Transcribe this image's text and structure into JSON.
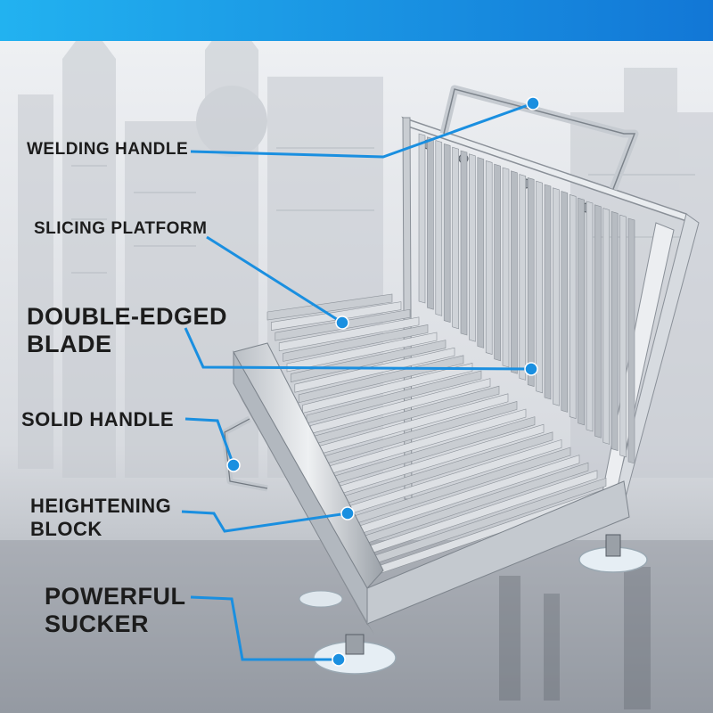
{
  "colors": {
    "accent_blue": "#1a8fe0",
    "top_bar_from": "#22b2f0",
    "top_bar_to": "#1277d6",
    "steel_light": "#d7dbe0",
    "steel_mid": "#a9afb6",
    "steel_dark": "#6f767e",
    "sucker": "#e6eef4"
  },
  "callouts": {
    "welding_handle": "WELDING HANDLE",
    "slicing_platform": "SLICING PLATFORM",
    "double_edged_blade": [
      "DOUBLE-EDGED",
      "BLADE"
    ],
    "solid_handle": "SOLID HANDLE",
    "heightening_block": [
      "HEIGHTENING",
      "BLOCK"
    ],
    "powerful_sucker": [
      "POWERFUL",
      "SUCKER"
    ]
  }
}
